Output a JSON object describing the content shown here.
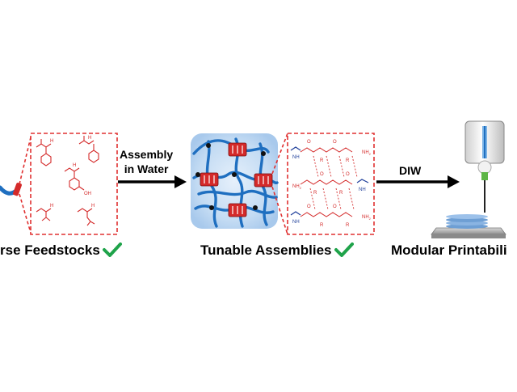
{
  "figure": {
    "stages": [
      {
        "label": "rse Feedstocks",
        "checked": true
      },
      {
        "label": "Tunable Assemblies",
        "checked": true
      },
      {
        "label": "Modular Printabili",
        "checked": false
      }
    ],
    "arrows": [
      {
        "line1": "Assembly",
        "line2": "in Water"
      },
      {
        "line1": "DIW"
      }
    ],
    "chem_labels": {
      "hydroxyl": "OH",
      "amine": "NH",
      "amine_terminal": "NH",
      "amine_sub": "2",
      "side_chain": "R",
      "carbonyl": "O",
      "hydrogen": "H"
    },
    "colors": {
      "chemistry": "#d42a2a",
      "network": "#1f6fc0",
      "network_glow": "#bcd7f2",
      "dashed_box": "#e03030",
      "check": "#1fa34a",
      "arrow": "#000000"
    },
    "icons": [
      "check-icon",
      "nozzle-icon",
      "printed-layers-icon"
    ]
  }
}
